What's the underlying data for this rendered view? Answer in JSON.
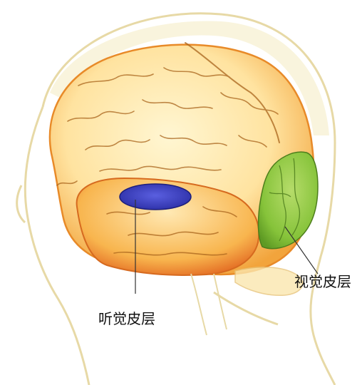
{
  "labels": {
    "auditory_cortex": "听觉皮层",
    "visual_cortex": "视觉皮层"
  },
  "colors": {
    "background": "#ffffff",
    "head_outline": "#e7d9a6",
    "brain_fill": "#ffe9a8",
    "brain_edge": "#e88a28",
    "temporal_fill": "#f7b84c",
    "auditory_region": "#3f44c8",
    "visual_region": "#8cc63f",
    "sulci": "#a9641c",
    "leader_line": "#333333"
  },
  "regions": [
    "auditory-cortex",
    "visual-cortex"
  ]
}
